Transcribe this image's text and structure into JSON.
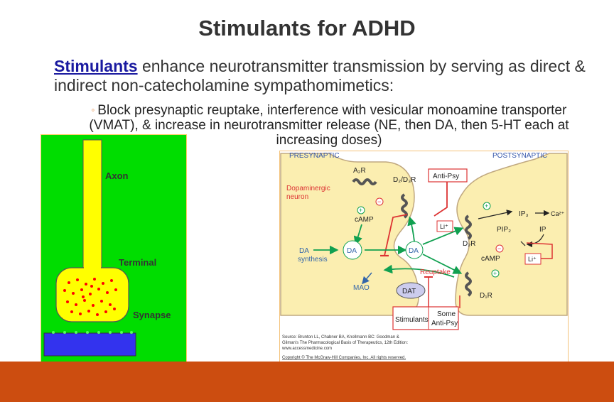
{
  "slide": {
    "title": "Stimulants for ADHD",
    "body_keyword": "Stimulants",
    "body_rest": " enhance neurotransmitter transmission by serving as direct & indirect non-catecholamine sympathomimetics:",
    "sub_bullet": "Block presynaptic reuptake, interference with vesicular monoamine transporter (VMAT), & increase in neurotransmitter release (NE, then DA, then 5-HT each at increasing doses)"
  },
  "left_figure": {
    "axon": "Axon",
    "terminal": "Terminal",
    "synapse": "Synapse"
  },
  "right_figure": {
    "presynaptic": "PRESYNAPTIC",
    "postsynaptic": "POSTSYNAPTIC",
    "a2r": "A₂R",
    "d2d3r": "D₂/D₃R",
    "anti_psy": "Anti-Psy",
    "dopaminergic": "Dopaminergic",
    "neuron": "neuron",
    "plus": "+",
    "minus": "−",
    "camp": "cAMP",
    "li": "Li⁺",
    "da": "DA",
    "synthesis": "synthesis",
    "d2r": "D₂R",
    "reuptake": "Reuptake",
    "mao": "MAO",
    "dat": "DAT",
    "d1r": "D₁R",
    "stimulants": "Stimulants",
    "some": "Some",
    "ip3": "IP₃",
    "ca": "Ca²⁺",
    "pip2": "PIP₂",
    "ip": "IP",
    "source1": "Source: Brunton LL, Chabner BA, Knollmann BC: Goodman &",
    "source2": "Gilman's The Pharmacological Basis of Therapeutics, 12th Edition:",
    "source3": "www.accessmedicine.com",
    "source4": "Copyright © The McGraw-Hill Companies, Inc. All rights reserved."
  },
  "colors": {
    "accent": "#cc4d10",
    "keyword": "#1a1aa0",
    "left_bg": "#00dd00",
    "neuron_fill": "#fbeeb0"
  }
}
